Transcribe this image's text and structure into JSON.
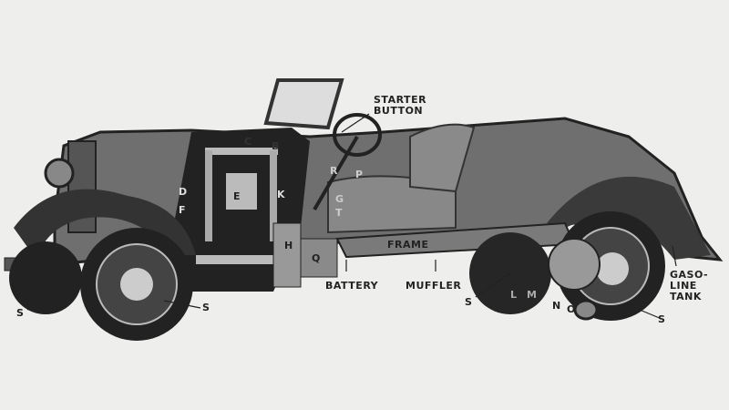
{
  "labels": {
    "starter_button": "STARTER BUTTON",
    "frame": "FRAME",
    "battery": "BATTERY",
    "muffler": "MUFFLER",
    "gasoline_tank": "GASO-LINE TANK",
    "s": "S",
    "c": "C",
    "b": "B",
    "d": "D",
    "f": "F",
    "e": "E",
    "k": "K",
    "r": "R",
    "p": "P",
    "g": "G",
    "t": "T",
    "h": "H",
    "q": "Q",
    "l": "L",
    "m": "M",
    "n": "N",
    "o": "O"
  },
  "colors": {
    "paper": "#eeeeec",
    "ink": "#222222",
    "body": "#6f6f6f",
    "dark": "#2a2a2a"
  }
}
